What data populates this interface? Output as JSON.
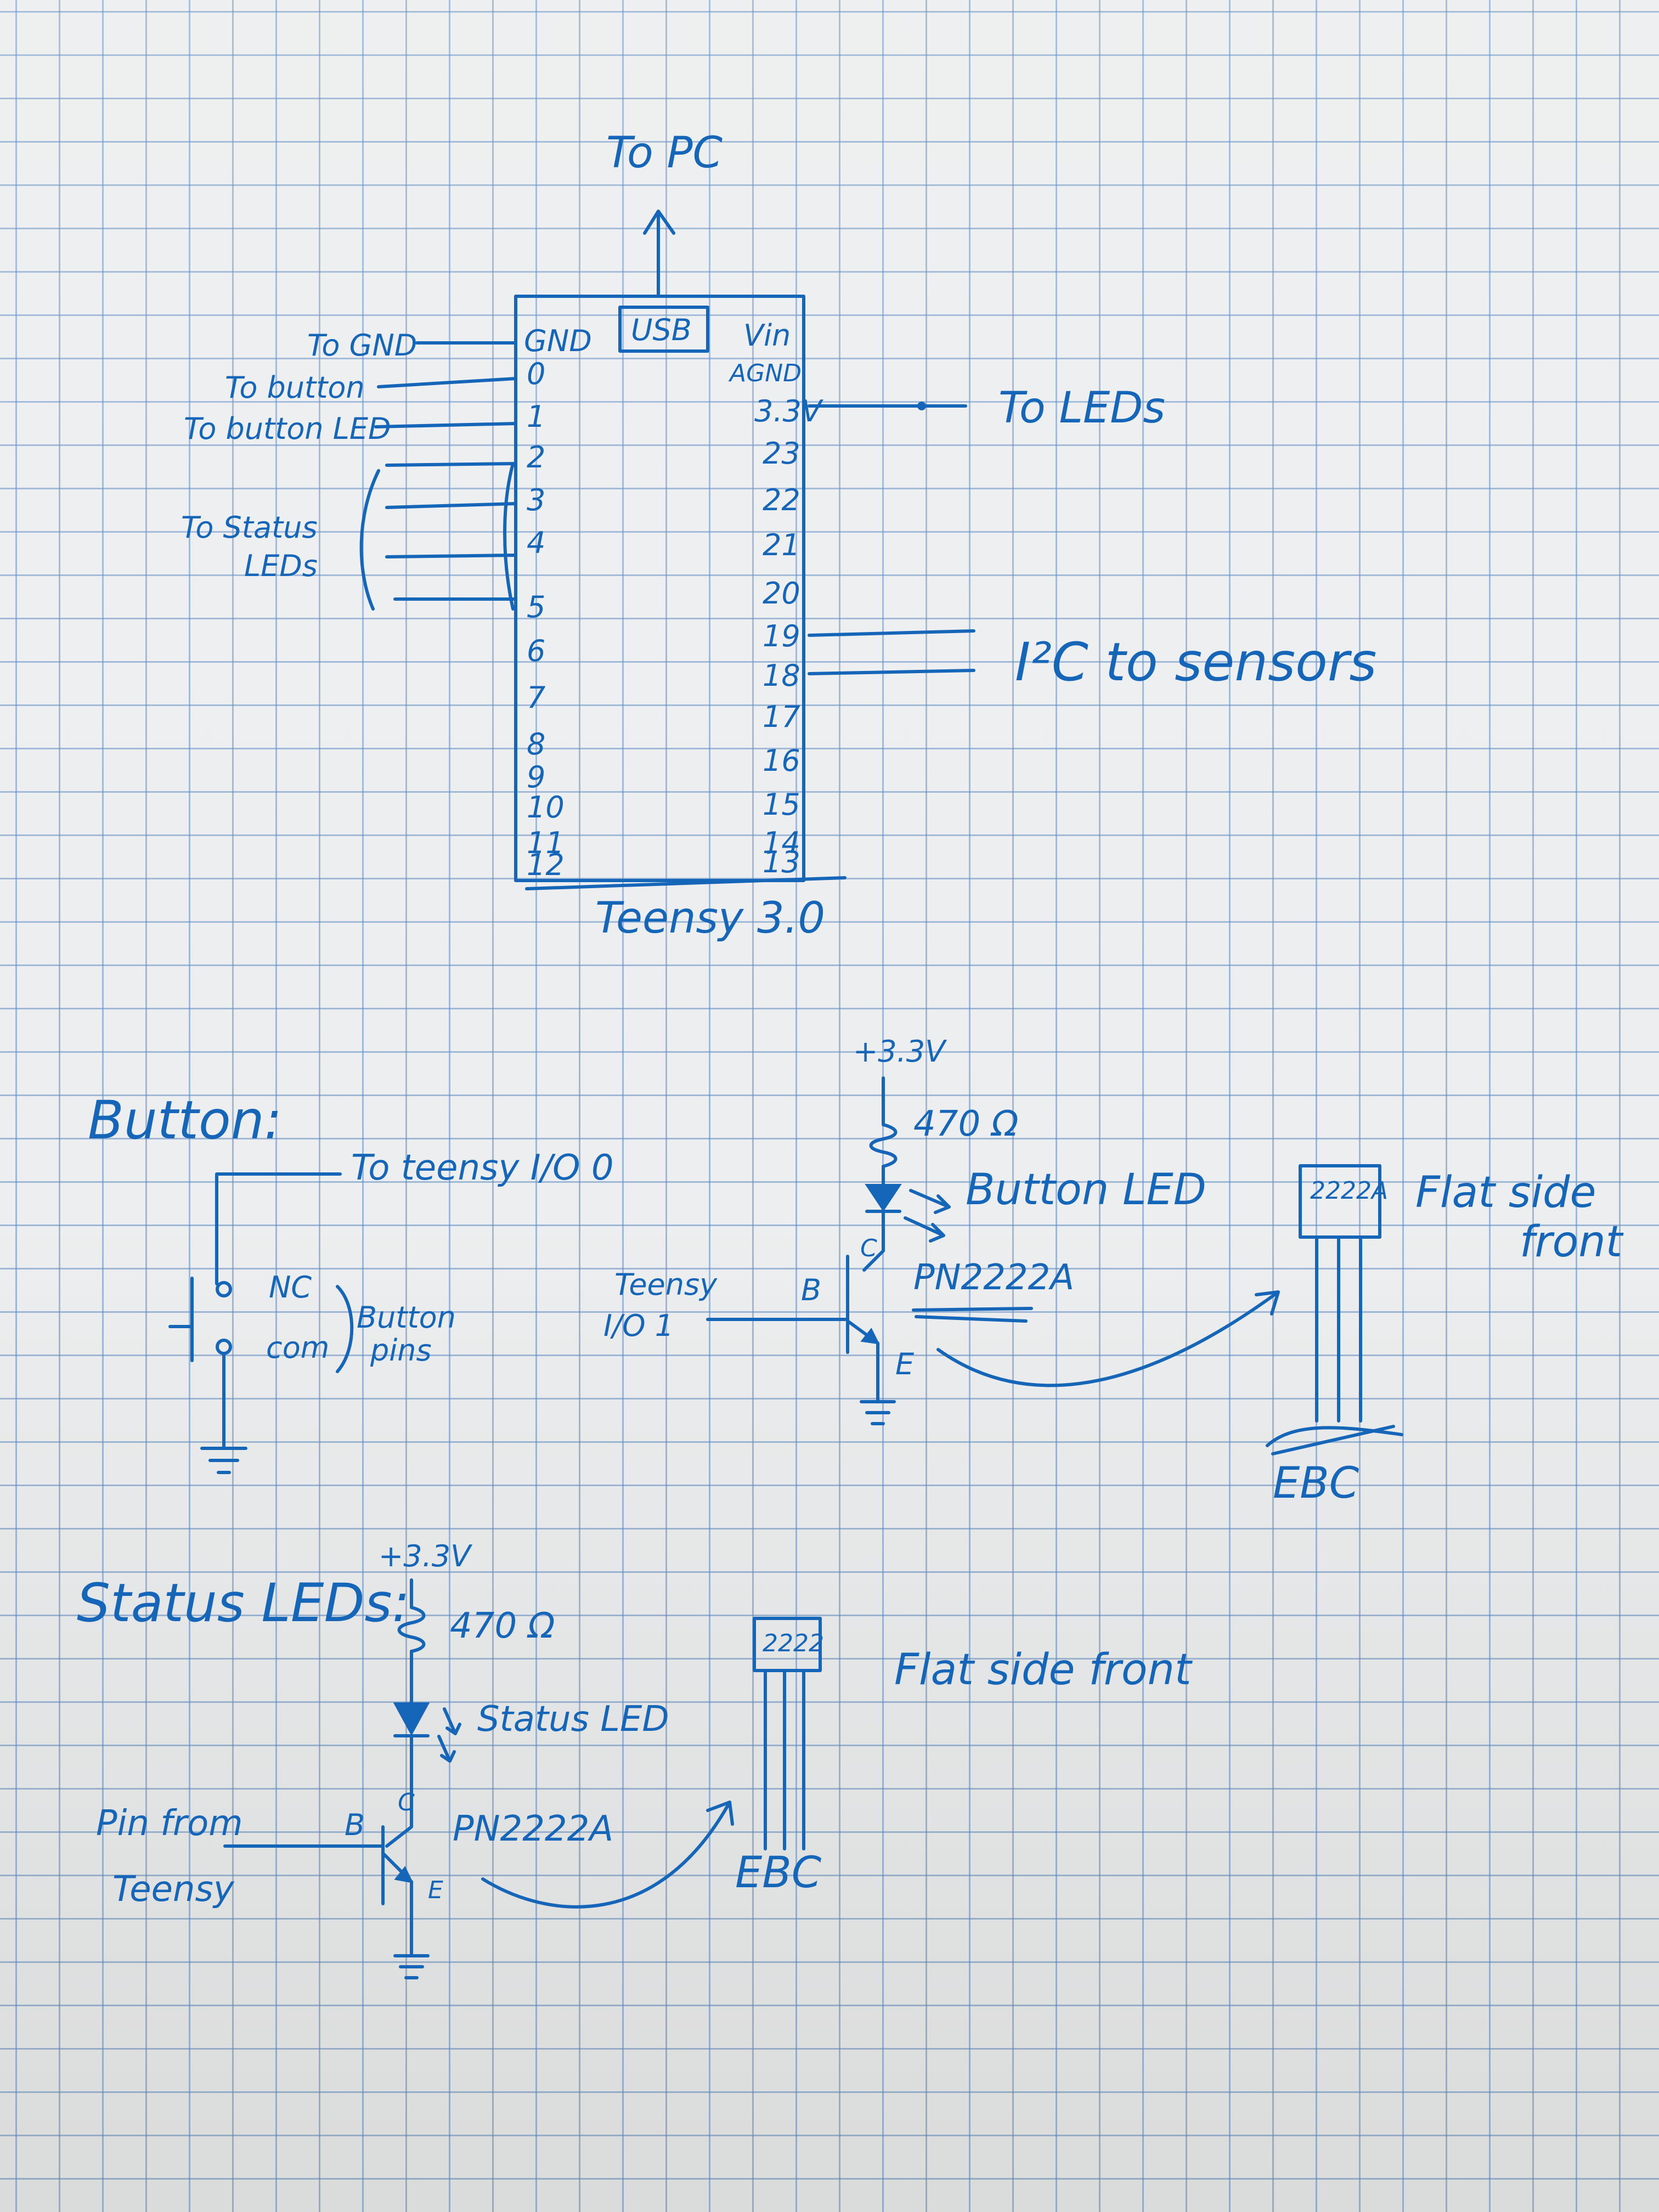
{
  "teensy": {
    "usb_target": "To PC",
    "usb_label": "USB",
    "board_label": "Teensy 3.0",
    "left_pins": [
      "GND",
      "0",
      "1",
      "2",
      "3",
      "4",
      "5",
      "6",
      "7",
      "8",
      "9",
      "10",
      "11",
      "12"
    ],
    "right_pins": [
      "Vin",
      "AGND",
      "3.3V",
      "23",
      "22",
      "21",
      "20",
      "19",
      "18",
      "17",
      "16",
      "15",
      "14",
      "13"
    ],
    "left_connections": {
      "gnd": "To GND",
      "button": "To button",
      "button_led": "To button LED",
      "status_line1": "To Status",
      "status_line2": "LEDs"
    },
    "right_connections": {
      "leds": "To LEDs",
      "i2c": "I²C to sensors"
    }
  },
  "button_section": {
    "title": "Button:",
    "teensy_io": "To teensy I/O 0",
    "nc": "NC",
    "com": "com",
    "pins_line1": "Button",
    "pins_line2": "pins",
    "supply": "+3.3V",
    "resistor": "470 Ω",
    "led": "Button LED",
    "collector": "C",
    "base": "B",
    "emitter": "E",
    "transistor": "PN2222A",
    "input_line1": "Teensy",
    "input_line2": "I/O 1",
    "package_text": "2222A",
    "flat_line1": "Flat side",
    "flat_line2": "front",
    "leg_labels": "EBC"
  },
  "status_section": {
    "title": "Status LEDs:",
    "supply": "+3.3V",
    "resistor": "470 Ω",
    "led": "Status LED",
    "collector": "C",
    "base": "B",
    "emitter": "E",
    "transistor": "PN2222A",
    "input_line1": "Pin from",
    "input_line2": "Teensy",
    "package_text": "2222",
    "flat": "Flat side front",
    "leg_labels": "EBC"
  },
  "colors": {
    "ink": "#1565b8",
    "paper": "#eceeef",
    "grid": "#5f8cc3"
  }
}
